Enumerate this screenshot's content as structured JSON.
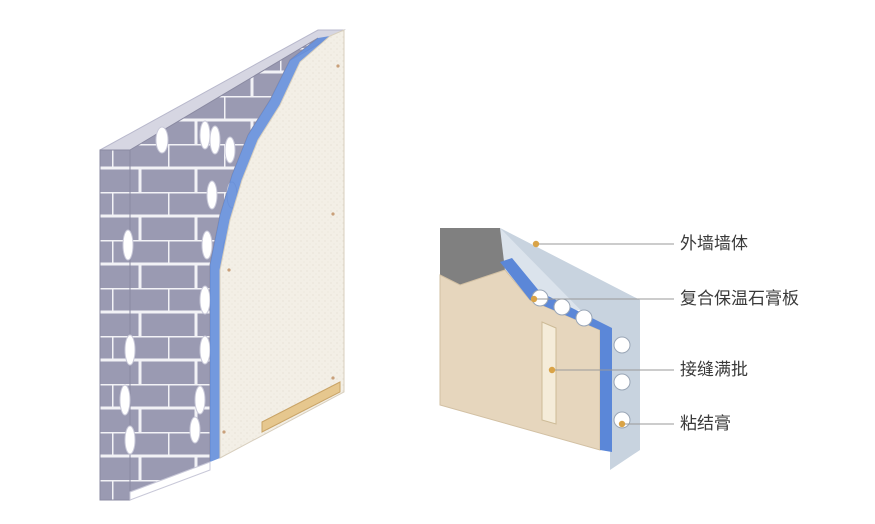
{
  "diagram": {
    "callouts": [
      {
        "id": "exterior-wall",
        "label": "外墙墙体"
      },
      {
        "id": "composite-board",
        "label": "复合保温石膏板"
      },
      {
        "id": "joint-fill",
        "label": "接缝满批"
      },
      {
        "id": "adhesive-plaster",
        "label": "粘结膏"
      }
    ]
  },
  "colors": {
    "brick": "#9a9ab2",
    "brick_mortar": "#f2f2f6",
    "board": "#f3efe6",
    "insulation": "#5b87d8",
    "section_face": "#e6d6bd",
    "wall_section": "#c8d3df",
    "gray_block": "#808080",
    "dot": "#d9a347",
    "leader": "#9a9a9a"
  }
}
